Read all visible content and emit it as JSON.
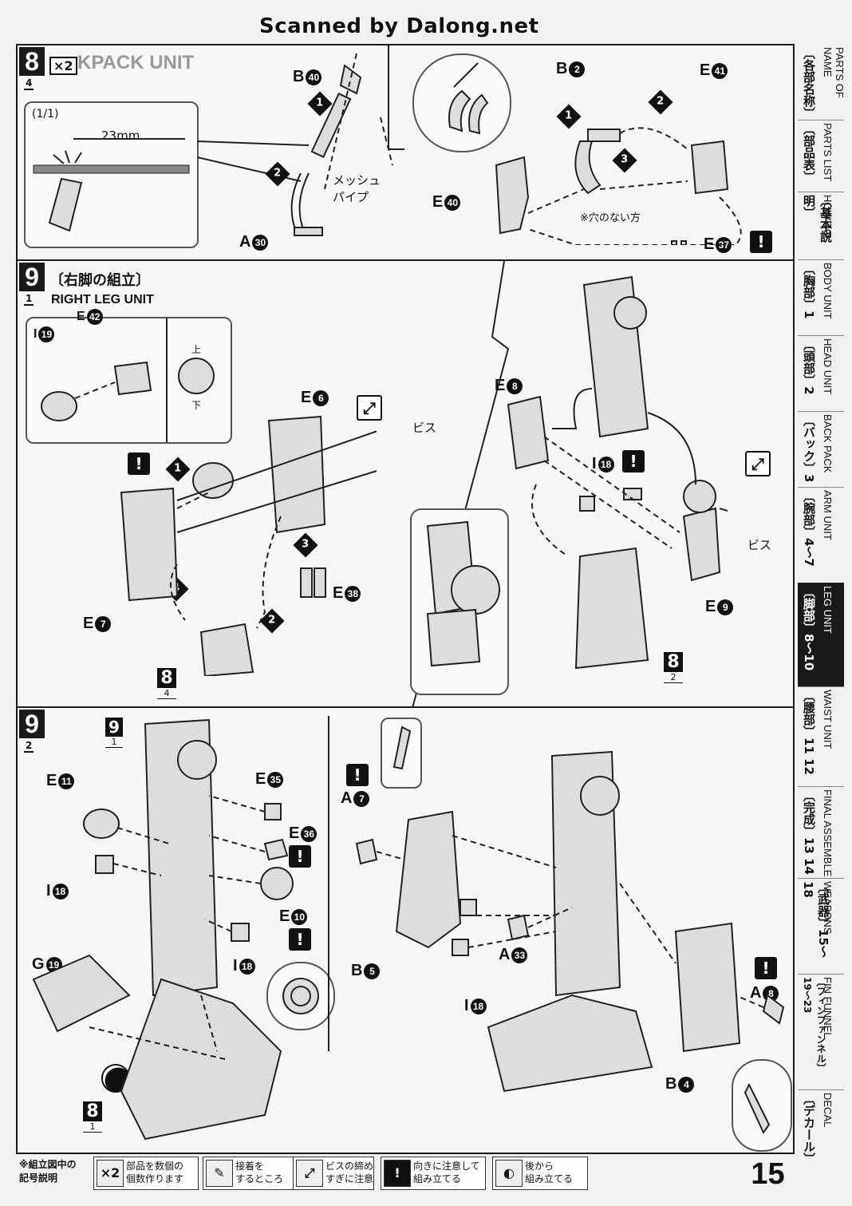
{
  "header": {
    "scan_credit": "Scanned by Dalong.net"
  },
  "step8": {
    "number": "8",
    "substep": "4",
    "multiplier": "×2",
    "bg_text": "KPACK UNIT",
    "inset_scale": "(1/1)",
    "inset_length": "23mm",
    "parts": {
      "b40": [
        "B",
        "40"
      ],
      "a30": [
        "A",
        "30"
      ],
      "b2": [
        "B",
        "2"
      ],
      "e41": [
        "E",
        "41"
      ],
      "e40": [
        "E",
        "40"
      ],
      "e37": [
        "E",
        "37"
      ]
    },
    "mesh_label": "メッシュ\nパイプ",
    "hole_note": "※穴のない方"
  },
  "step9a": {
    "number": "9",
    "substep": "1",
    "title_jp": "〔右脚の組立〕",
    "title_en": "RIGHT LEG UNIT",
    "parts": {
      "i19": [
        "I",
        "19"
      ],
      "e42": [
        "E",
        "42"
      ],
      "e6": [
        "E",
        "6"
      ],
      "e38": [
        "E",
        "38"
      ],
      "e7": [
        "E",
        "7"
      ],
      "e8a": [
        "E",
        "8"
      ],
      "i18": [
        "I",
        "18"
      ],
      "e9": [
        "E",
        "9"
      ],
      "e8b": [
        "E",
        "8"
      ]
    },
    "up_label": "上",
    "down_label": "下",
    "screw_label": "ビス",
    "screw_label2": "ビス",
    "ref8": {
      "number": "8",
      "sub": "4"
    },
    "ref8b": {
      "number": "8",
      "sub": "2"
    }
  },
  "step9b": {
    "number": "9",
    "substep": "2",
    "ref9": {
      "number": "9",
      "sub": "1"
    },
    "ref8": {
      "number": "8",
      "sub": "1"
    },
    "parts": {
      "e11": [
        "E",
        "11"
      ],
      "e35": [
        "E",
        "35"
      ],
      "e36": [
        "E",
        "36"
      ],
      "e10": [
        "E",
        "10"
      ],
      "i18a": [
        "I",
        "18"
      ],
      "i18b": [
        "I",
        "18"
      ],
      "g19": [
        "G",
        "19"
      ],
      "a7": [
        "A",
        "7"
      ],
      "b5": [
        "B",
        "5"
      ],
      "a33": [
        "A",
        "33"
      ],
      "i18c": [
        "I",
        "18"
      ],
      "a8": [
        "A",
        "8"
      ],
      "b4": [
        "B",
        "4"
      ]
    }
  },
  "tabs": [
    {
      "jp": "〔各部名称〕",
      "en": "PARTS OF NAME",
      "active": false
    },
    {
      "jp": "〔部品表〕",
      "en": "PARTS LIST",
      "active": false
    },
    {
      "jp": "〔基本説明〕",
      "en": "HOW TO",
      "active": false
    },
    {
      "jp": "〔胸部〕1",
      "en": "BODY UNIT",
      "active": false
    },
    {
      "jp": "〔頭部〕2",
      "en": "HEAD UNIT",
      "active": false
    },
    {
      "jp": "〔バック〕3",
      "en": "BACK PACK",
      "active": false
    },
    {
      "jp": "〔腕部〕4〜7",
      "en": "ARM UNIT",
      "active": false
    },
    {
      "jp": "〔脚部〕8〜10",
      "en": "LEG UNIT",
      "active": true
    },
    {
      "jp": "〔腰部〕11 12",
      "en": "WAIST UNIT",
      "active": false
    },
    {
      "jp": "〔完成〕13 14",
      "en": "FINAL ASSEMBLE",
      "active": false
    },
    {
      "jp": "〔武器〕15〜18",
      "en": "WEAPONS",
      "active": false
    },
    {
      "jp": "〔フィンファンネル〕19〜23",
      "en": "FIN FUNNEL",
      "active": false
    },
    {
      "jp": "〔デカール〕",
      "en": "DECAL",
      "active": false
    }
  ],
  "legend": {
    "title": "※組立図中の\n記号説明",
    "items": [
      {
        "icon": "×2",
        "text": "部品を数個の\n個数作ります"
      },
      {
        "icon": "✎",
        "text": "接着を\nするところ"
      },
      {
        "icon": "⤢",
        "text": "ビスの締め\nすぎに注意"
      },
      {
        "icon": "!",
        "text": "向きに注意して\n組み立てる"
      },
      {
        "icon": "◐",
        "text": "後から\n組み立てる"
      }
    ]
  },
  "page_number": "15"
}
